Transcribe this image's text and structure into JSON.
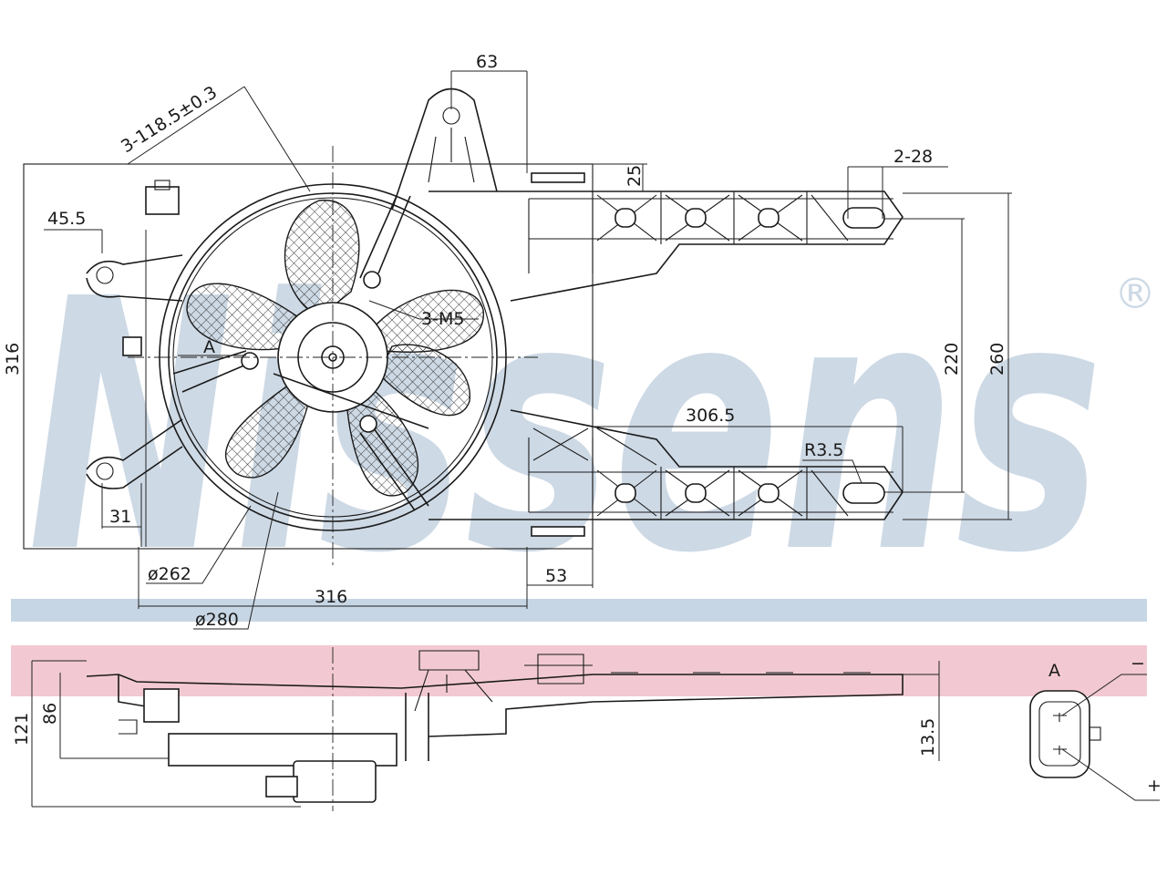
{
  "brand": {
    "watermark": "Nissens",
    "registered_mark": "®",
    "watermark_color": "#cdd9e5",
    "band_blue": "#c7d6e4",
    "band_pink": "#f2c9d2"
  },
  "dimensions": {
    "top_width_63": "63",
    "mount_2x28": "2-28",
    "depth_25": "25",
    "holes_3x118": "3-118.5±0.3",
    "offset_45_5": "45.5",
    "height_316": "316",
    "height_220": "220",
    "height_260": "260",
    "screws_3m5": "3-M5",
    "length_306_5": "306.5",
    "radius_r3_5": "R3.5",
    "offset_31": "31",
    "offset_53": "53",
    "dia_262": "ø262",
    "width_316": "316",
    "dia_280": "ø280",
    "side_121": "121",
    "side_86": "86",
    "side_13_5": "13.5"
  },
  "labels": {
    "view_a_front": "A",
    "view_a_connector": "A",
    "plus": "+",
    "minus": "−"
  }
}
